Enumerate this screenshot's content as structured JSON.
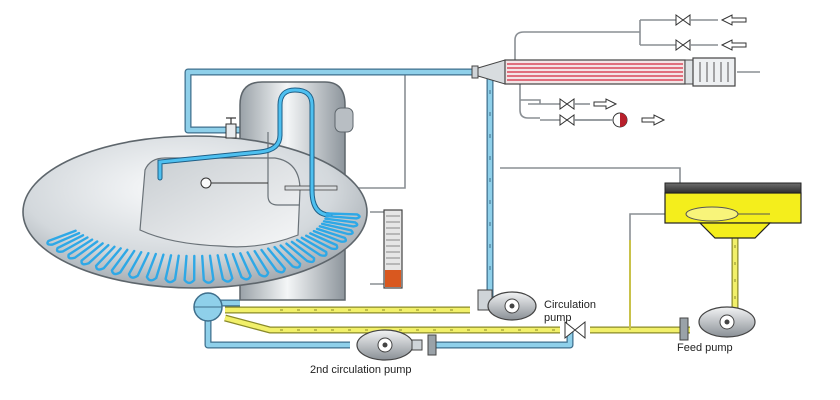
{
  "labels": {
    "circulation_pump_line1": "Circulation",
    "circulation_pump_line2": "pump",
    "feed_pump": "Feed pump",
    "second_circulation_pump": "2nd circulation pump"
  },
  "colors": {
    "water_pipe": "#8fd0ea",
    "water_pipe_outline": "#3f6f8c",
    "feed_pipe": "#f2f06a",
    "feed_pipe_outline": "#8a8a2a",
    "shell_light": "#eef0f2",
    "shell_dark": "#8d959c",
    "evaporator_coil": "#2ea8e6",
    "heat_exchanger_tubes": "#d9485a",
    "feed_tank_liquid": "#f4ee1c",
    "gauge_level": "#d9581f"
  },
  "icons": {
    "valve": "valve-icon",
    "flow_arrow": "arrow-left-icon",
    "pump": "pump-icon",
    "indicator": "indicator-icon"
  }
}
